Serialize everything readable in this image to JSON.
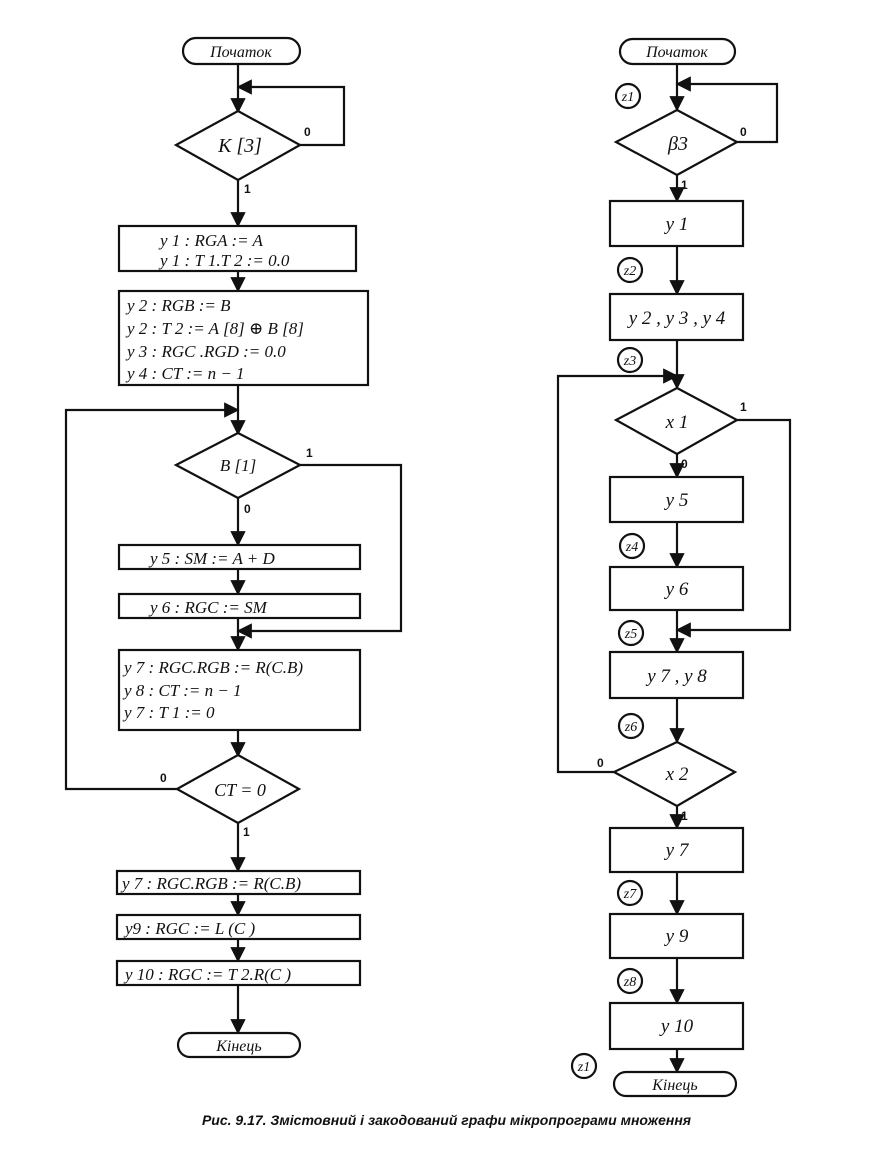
{
  "left": {
    "start": "Початок",
    "d_k3": "К [3]",
    "b_y1": [
      "y 1 : RGA  := A",
      "y 1 : T 1.T 2 := 0.0"
    ],
    "b_y2": [
      "y 2 : RGB  := B",
      "y 2 : T 2 := A [8] ⊕ B [8]",
      "y 3 : RGC .RGD  := 0.0",
      "y 4 : CT  := n − 1"
    ],
    "d_b1": "B [1]",
    "b_y5": "y 5 : SM  := A + D",
    "b_y6": "y 6 : RGC  := SM",
    "b_y7": [
      "y 7 : RGC.RGB := R(C.B)",
      "y 8 : CT  := n − 1",
      "y 7 : T 1 := 0"
    ],
    "d_ct": "CT  = 0",
    "b_y7b": "y 7 : RGC.RGB := R(C.B)",
    "b_y9": "y9  : RGC  := L (C )",
    "b_y10": "y 10 : RGC  := T 2.R(C )",
    "end": "Кінець",
    "labels": {
      "k3_0": "0",
      "k3_1": "1",
      "b1_1": "1",
      "b1_0": "0",
      "ct_0": "0",
      "ct_1": "1"
    }
  },
  "right": {
    "start": "Початок",
    "d_beta": "β3",
    "b_y1": "y 1",
    "b_y234": "y 2 , y 3 , y 4",
    "d_x1": "x 1",
    "b_y5": "y 5",
    "b_y6": "y 6",
    "b_y78": "y 7 , y 8",
    "d_x2": "x 2",
    "b_y7": "y 7",
    "b_y9": "y 9",
    "b_y10": "y 10",
    "end": "Кінець",
    "z": [
      "z1",
      "z2",
      "z3",
      "z4",
      "z5",
      "z6",
      "z7",
      "z8",
      "z1"
    ],
    "labels": {
      "beta_0": "0",
      "beta_1": "1",
      "x1_1": "1",
      "x1_0": "0",
      "x2_0": "0",
      "x2_1": "1"
    }
  },
  "caption": "Рис. 9.17. Змістовний і закодований графи мікропрограми множення"
}
